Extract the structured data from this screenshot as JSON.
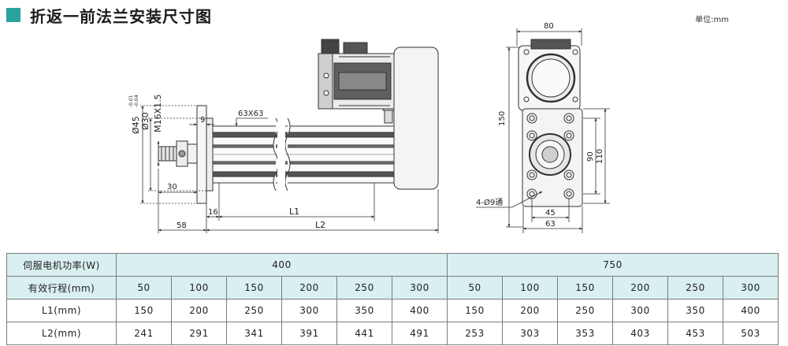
{
  "page": {
    "title": "折返一前法兰安装尺寸图",
    "unit_note": "单位:mm",
    "accent_color": "#2aa39c",
    "header_fill": "#d9eff0"
  },
  "side_view": {
    "dims": {
      "phi45": "Ø45",
      "phi45_tol_upper": "-0.01",
      "phi45_tol_lower": "-0.04",
      "phi30": "Ø30",
      "thread": "M16X1.5",
      "d9": "9",
      "profile": "63X63",
      "d30": "30",
      "d58": "58",
      "d16": "16",
      "l1": "L1",
      "l2": "L2"
    }
  },
  "front_view": {
    "dims": {
      "w80": "80",
      "h150": "150",
      "h90": "90",
      "h110": "110",
      "holes": "4-Ø9通",
      "w45": "45",
      "w63": "63"
    }
  },
  "table": {
    "power_label": "伺服电机功率(W)",
    "power_values": [
      "400",
      "750"
    ],
    "stroke_label": "有效行程(mm)",
    "strokes": [
      "50",
      "100",
      "150",
      "200",
      "250",
      "300",
      "50",
      "100",
      "150",
      "200",
      "250",
      "300"
    ],
    "l1_label": "L1(mm)",
    "l1_values": [
      "150",
      "200",
      "250",
      "300",
      "350",
      "400",
      "150",
      "200",
      "250",
      "300",
      "350",
      "400"
    ],
    "l2_label": "L2(mm)",
    "l2_values": [
      "241",
      "291",
      "341",
      "391",
      "441",
      "491",
      "253",
      "303",
      "353",
      "403",
      "453",
      "503"
    ]
  }
}
